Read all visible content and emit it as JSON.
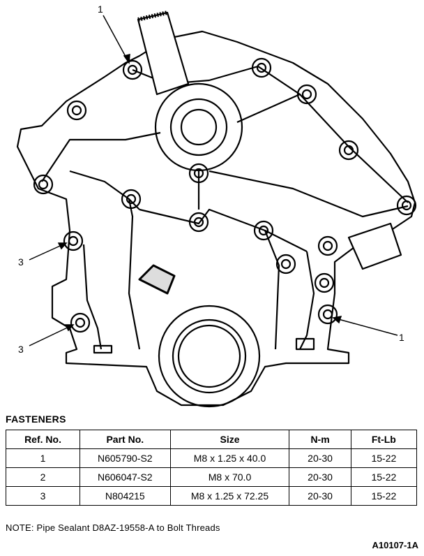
{
  "callouts": [
    "1",
    "3",
    "3",
    "1"
  ],
  "table": {
    "title": "FASTENERS",
    "headers": [
      "Ref. No.",
      "Part No.",
      "Size",
      "N-m",
      "Ft-Lb"
    ],
    "rows": [
      [
        "1",
        "N605790-S2",
        "M8 x 1.25 x 40.0",
        "20-30",
        "15-22"
      ],
      [
        "2",
        "N606047-S2",
        "M8 x 70.0",
        "20-30",
        "15-22"
      ],
      [
        "3",
        "N804215",
        "M8 x 1.25 x 72.25",
        "20-30",
        "15-22"
      ]
    ]
  },
  "note": "NOTE: Pipe Sealant D8AZ-19558-A to Bolt Threads",
  "figure_id": "A10107-1A"
}
